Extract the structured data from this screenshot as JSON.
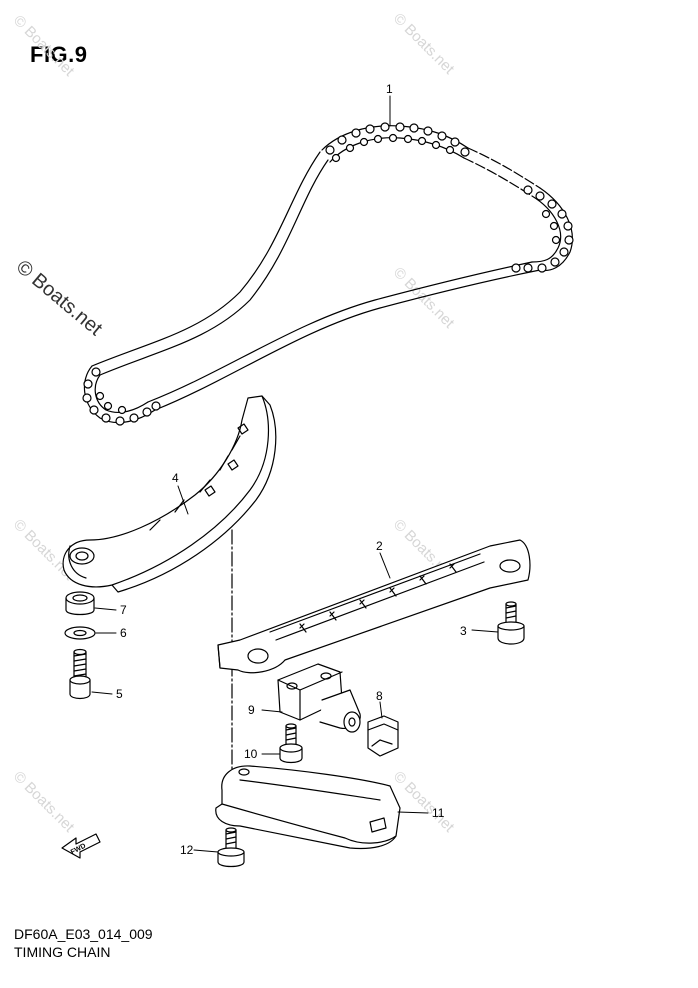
{
  "figure": {
    "title": "FIG.9",
    "code": "DF60A_E03_014_009",
    "name": "TIMING CHAIN"
  },
  "watermark": {
    "text": "© Boats.net"
  },
  "fwd_label": "FWD",
  "callouts": [
    "1",
    "2",
    "3",
    "4",
    "5",
    "6",
    "7",
    "8",
    "9",
    "10",
    "11",
    "12"
  ]
}
